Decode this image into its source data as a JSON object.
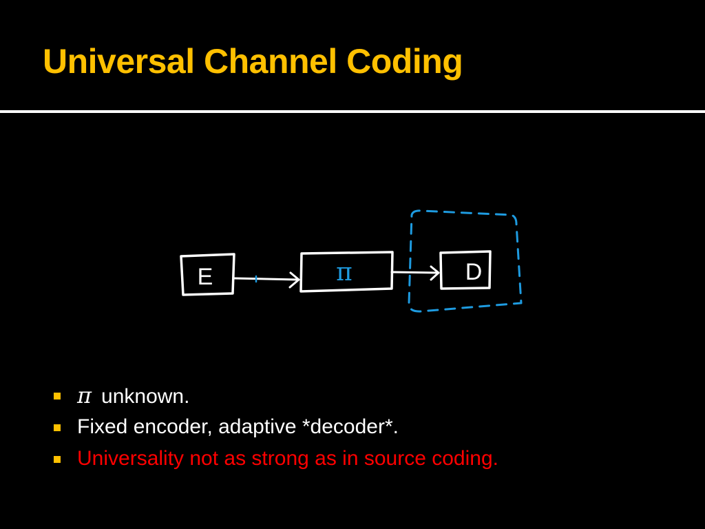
{
  "slide": {
    "title": "Universal Channel Coding",
    "colors": {
      "background": "#000000",
      "title": "#FFC000",
      "rule": "#FFFFFF",
      "bullet_marker": "#FFC000",
      "text": "#FFFFFF",
      "emphasis": "#FF0000",
      "sketch_white": "#FFFFFF",
      "sketch_blue": "#1E9BE0"
    }
  },
  "diagram": {
    "encoder_label": "E",
    "channel_label": "π",
    "decoder_label": "D"
  },
  "bullets": [
    {
      "symbol": "π",
      "text": "unknown.",
      "color": "#FFFFFF"
    },
    {
      "symbol": "",
      "text": "Fixed encoder, adaptive *decoder*.",
      "color": "#FFFFFF"
    },
    {
      "symbol": "",
      "text": "Universality not as strong as in source coding.",
      "color": "#FF0000"
    }
  ]
}
